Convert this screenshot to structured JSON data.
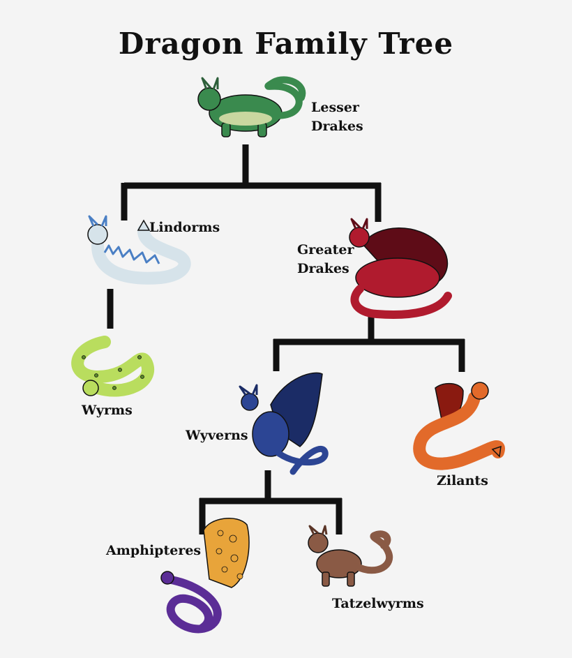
{
  "title": "Dragon Family Tree",
  "nodes": {
    "lesser_drakes": {
      "line1": "Lesser",
      "line2": "Drakes",
      "body": "#3a8a4e",
      "belly": "#c9d7a0",
      "accent": "#2d5f3a"
    },
    "lindorms": {
      "line1": "Lindorms",
      "body": "#d6e3ea",
      "belly": "#eef3c8",
      "accent": "#4a7fc4"
    },
    "greater_drakes": {
      "line1": "Greater",
      "line2": "Drakes",
      "body": "#b01b2e",
      "belly": "#d8a0a6",
      "accent": "#5e0c17"
    },
    "wyrms": {
      "line1": "Wyrms",
      "body": "#b9dd5e",
      "belly": "#eaf6b4",
      "accent": "#5a8a2a"
    },
    "wyverns": {
      "line1": "Wyverns",
      "body": "#2c4594",
      "belly": "#6b86c8",
      "accent": "#1b2c66"
    },
    "zilants": {
      "line1": "Zilants",
      "body": "#e26a2a",
      "belly": "#f3c089",
      "accent": "#8a1a10"
    },
    "amphipteres": {
      "line1": "Amphipteres",
      "body": "#5b2d96",
      "belly": "#c08ad8",
      "accent": "#e8a43a"
    },
    "tatzelwyrms": {
      "line1": "Tatzelwyrms",
      "body": "#8a5a45",
      "belly": "#c8a58c",
      "accent": "#5a3527"
    }
  },
  "colors": {
    "background": "#f4f4f4",
    "lines": "#111111",
    "text": "#111111"
  }
}
